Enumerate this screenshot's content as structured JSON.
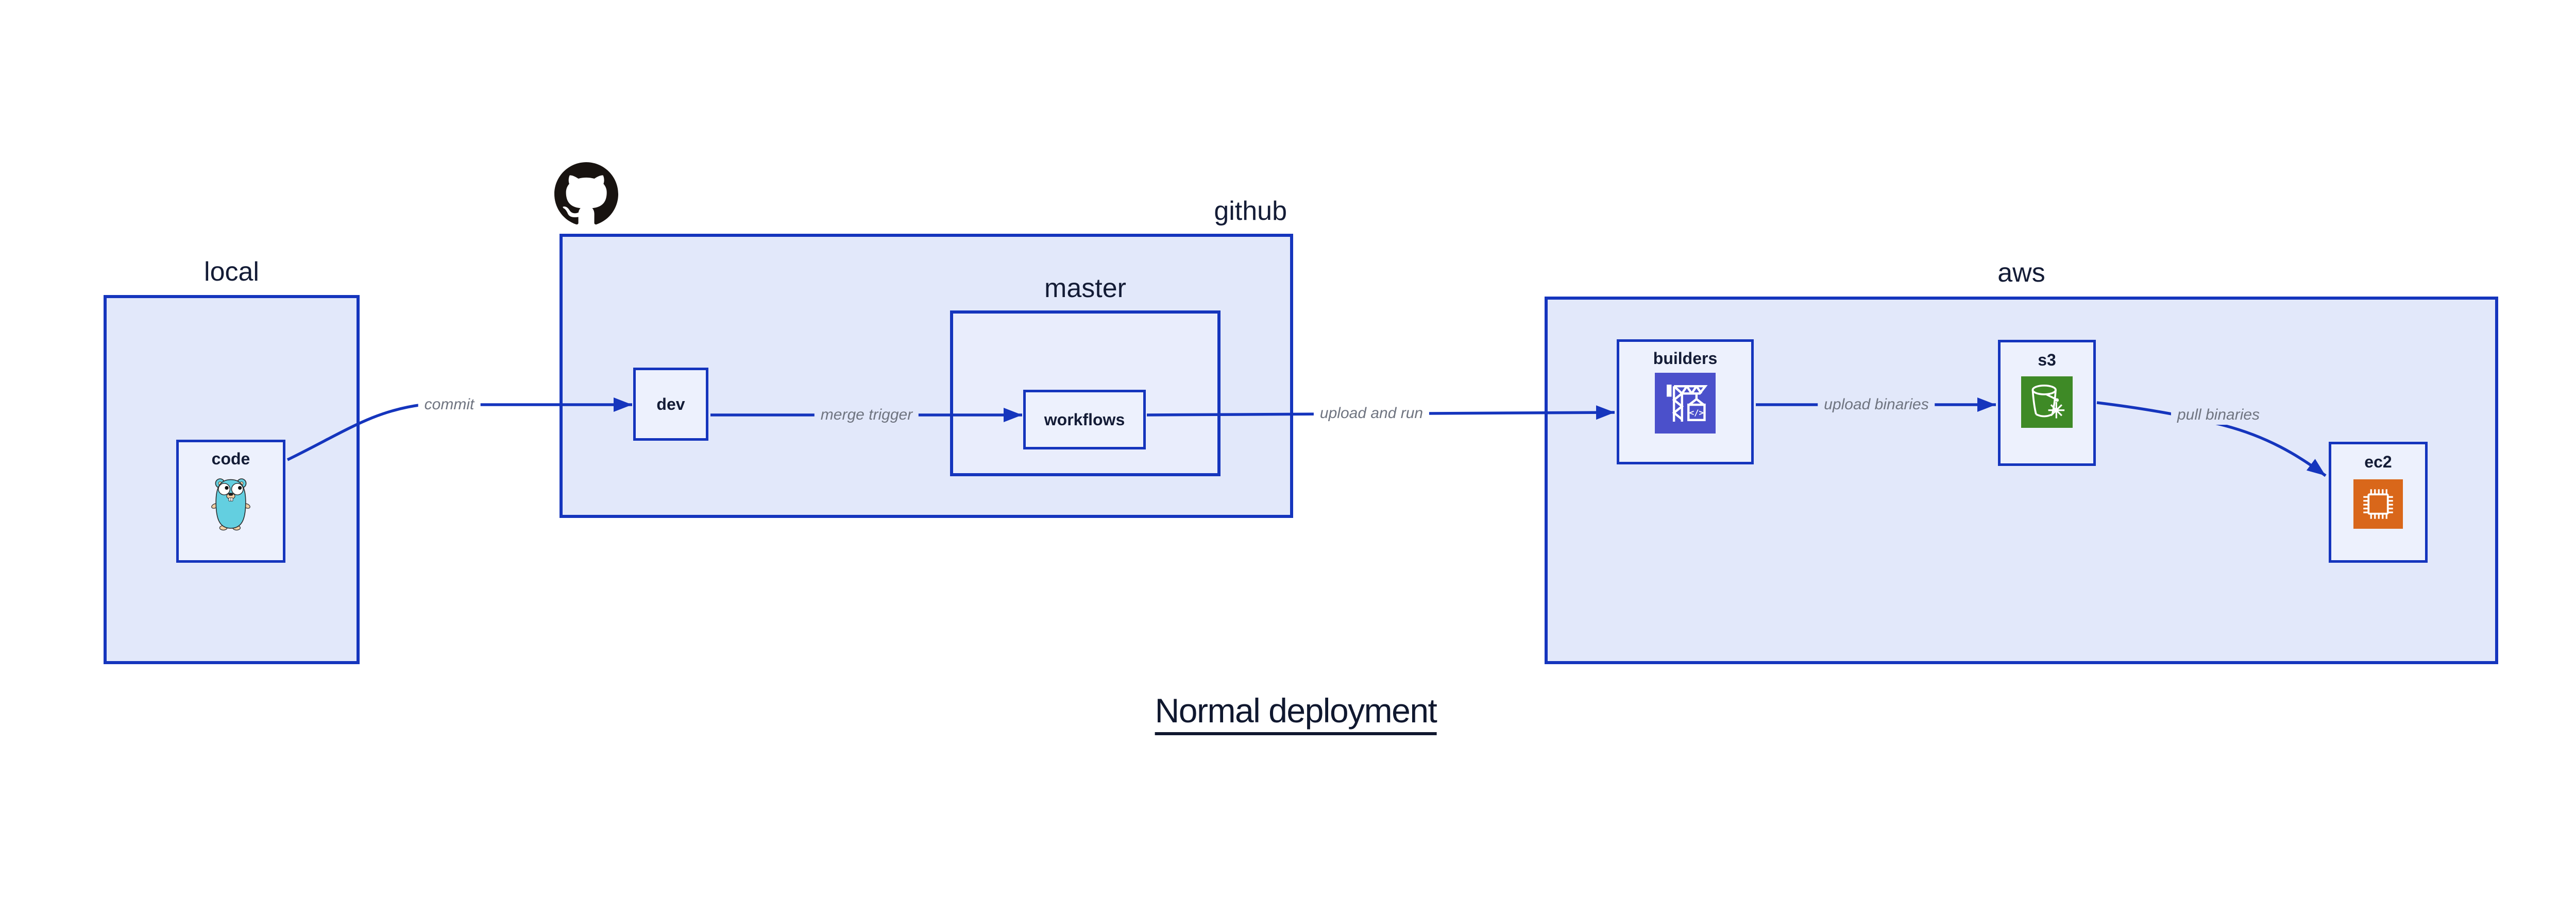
{
  "title": {
    "text": "Normal deployment"
  },
  "colors": {
    "background": "#ffffff",
    "accent": "#1535bd",
    "container_fill": "#e2e8fa",
    "master_fill": "#e9edfc",
    "node_fill": "#edf1fd",
    "label_color": "#141c36",
    "edge_label_color": "#6f7480",
    "title_color": "#10182f",
    "octocat_color": "#181310",
    "builders_icon_color": "#4b50cb",
    "s3_icon_color": "#3e8a26",
    "ec2_icon_color": "#d9671a",
    "gopher_body": "#63cfe0",
    "gopher_accent": "#f3cfa4"
  },
  "containers": {
    "local": {
      "label": "local"
    },
    "github": {
      "label": "github"
    },
    "master": {
      "label": "master"
    },
    "aws": {
      "label": "aws"
    }
  },
  "nodes": {
    "code": {
      "label": "code"
    },
    "dev": {
      "label": "dev"
    },
    "workflows": {
      "label": "workflows"
    },
    "builders": {
      "label": "builders"
    },
    "s3": {
      "label": "s3"
    },
    "ec2": {
      "label": "ec2"
    }
  },
  "edges": [
    {
      "from": "code",
      "to": "dev",
      "label": "commit"
    },
    {
      "from": "dev",
      "to": "workflows",
      "label": "merge trigger"
    },
    {
      "from": "workflows",
      "to": "builders",
      "label": "upload and run"
    },
    {
      "from": "builders",
      "to": "s3",
      "label": "upload binaries"
    },
    {
      "from": "s3",
      "to": "ec2",
      "label": "pull binaries"
    }
  ],
  "icons": {
    "github": "github-octocat-icon",
    "code": "go-gopher-icon",
    "builders": "crane-codebuild-icon",
    "builders_glyph": "</>",
    "s3": "bucket-snowflake-icon",
    "ec2": "chip-icon"
  }
}
